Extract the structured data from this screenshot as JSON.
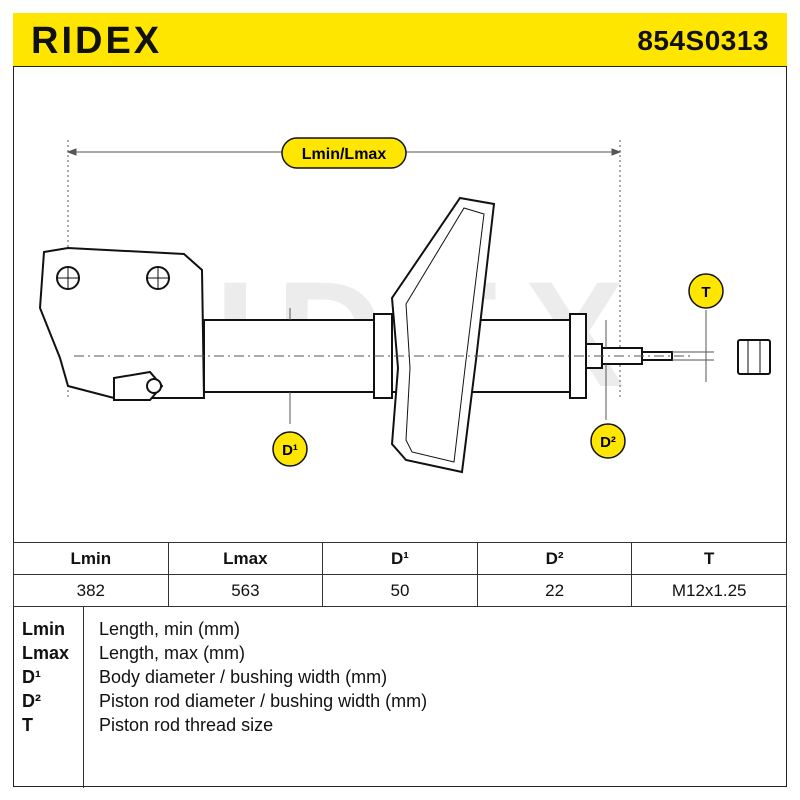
{
  "header": {
    "brand": "RIDEX",
    "part_number": "854S0313",
    "background_color": "#ffe600"
  },
  "diagram": {
    "watermark": "RIDEX",
    "labels": {
      "length": "Lmin/Lmax",
      "body_diameter": "D¹",
      "rod_diameter": "D²",
      "thread": "T"
    },
    "icons": [
      "shock-absorber-strut-icon",
      "nut-icon"
    ]
  },
  "specs": {
    "columns": [
      "Lmin",
      "Lmax",
      "D¹",
      "D²",
      "T"
    ],
    "values": [
      "382",
      "563",
      "50",
      "22",
      "M12x1.25"
    ]
  },
  "legend": {
    "items": [
      {
        "key": "Lmin",
        "desc": "Length, min (mm)"
      },
      {
        "key": "Lmax",
        "desc": "Length, max (mm)"
      },
      {
        "key": "D¹",
        "desc": "Body diameter / bushing width (mm)"
      },
      {
        "key": "D²",
        "desc": "Piston rod diameter / bushing width (mm)"
      },
      {
        "key": "T",
        "desc": "Piston rod thread size"
      }
    ]
  }
}
